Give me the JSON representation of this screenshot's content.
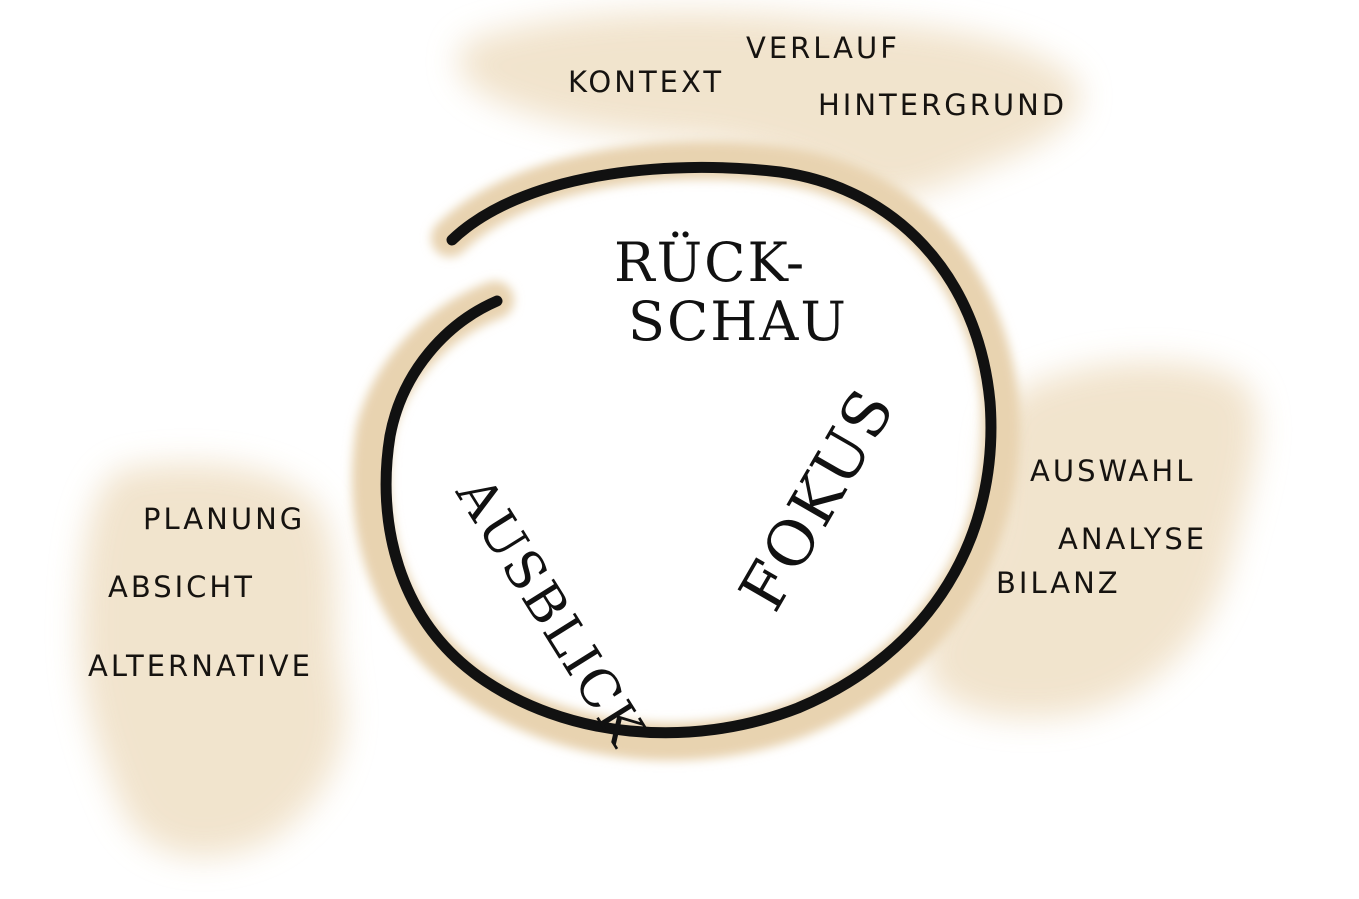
{
  "diagram": {
    "colors": {
      "wash": "#efdfc4",
      "ring_outline": "#e8d3b0",
      "ink": "#111111",
      "background": "#ffffff"
    },
    "top_group": {
      "kontext": "KONTEXT",
      "verlauf": "VERLAUF",
      "hintergrund": "HINTERGRUND"
    },
    "right_group": {
      "auswahl": "AUSWAHL",
      "analyse": "ANALYSE",
      "bilanz": "BILANZ"
    },
    "left_group": {
      "planung": "PLANUNG",
      "absicht": "ABSICHT",
      "alternative": "ALTERNATIVE"
    },
    "cycle": {
      "rueckschau_line1": "RÜCK-",
      "rueckschau_line2": "SCHAU",
      "fokus": "FOKUS",
      "ausblick": "AUSBLICK"
    }
  }
}
